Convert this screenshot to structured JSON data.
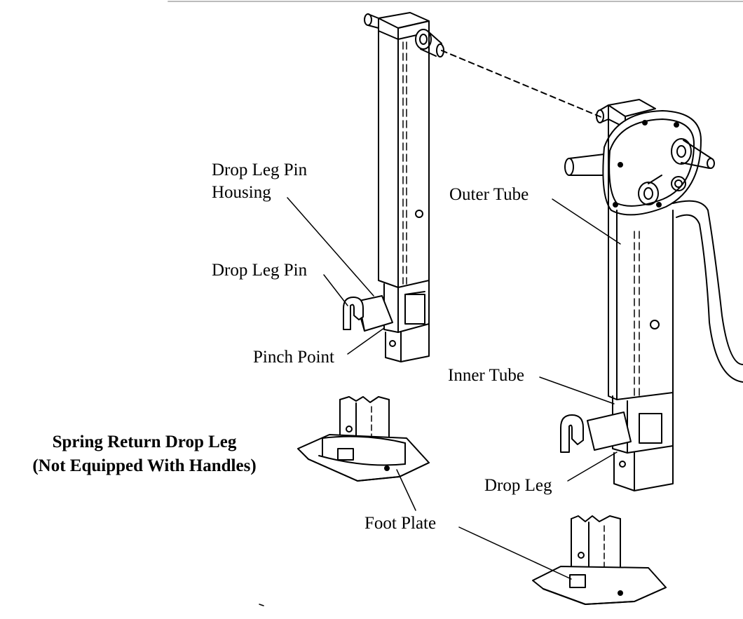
{
  "title": {
    "line1": "Spring Return Drop Leg",
    "line2": "(Not Equipped With Handles)"
  },
  "labels": {
    "pin_housing_line1": "Drop Leg Pin",
    "pin_housing_line2": "Housing",
    "drop_leg_pin": "Drop Leg Pin",
    "pinch_point": "Pinch Point",
    "outer_tube": "Outer Tube",
    "inner_tube": "Inner Tube",
    "drop_leg": "Drop Leg",
    "foot_plate": "Foot Plate"
  }
}
